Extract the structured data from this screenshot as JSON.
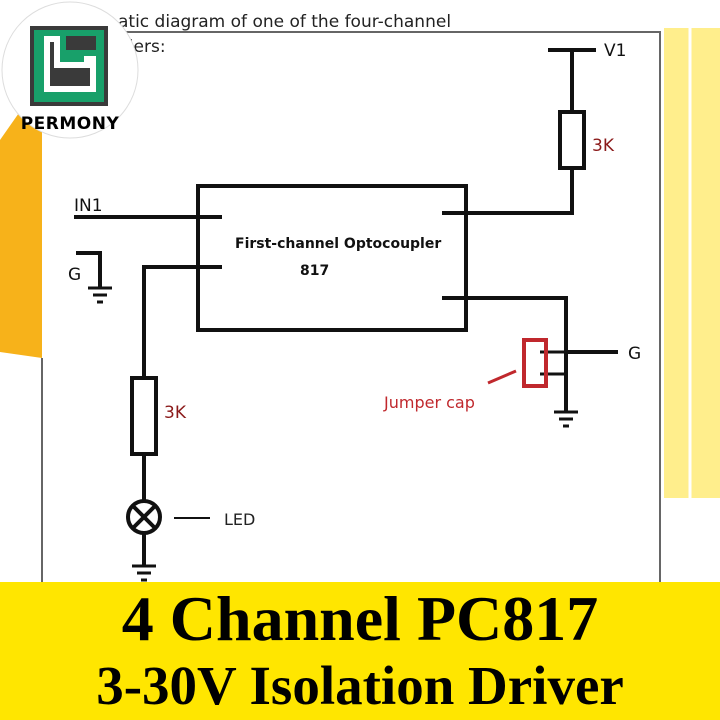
{
  "heading": {
    "line1": "atic diagram of one of the four-channel",
    "line2": "plers:"
  },
  "logo": {
    "text": "PERMONY"
  },
  "circuit": {
    "block_label_line1": "First-channel Optocoupler",
    "block_label_line2": "817",
    "v1_label": "V1",
    "top_resistor_label": "3K",
    "in1_label": "IN1",
    "g_left_label": "G",
    "g_right_label": "G",
    "bottom_resistor_label": "3K",
    "led_label": "LED",
    "jumper_label": "Jumper cap"
  },
  "banner": {
    "title_line1": "4 Channel PC817",
    "title_line2": "3-30V Isolation Driver"
  },
  "colors": {
    "banner": "#ffe600",
    "left_accent": "#f7b21a",
    "right_accent": "#ffee8c",
    "jumper_red": "#c0282d",
    "line": "#111111"
  }
}
